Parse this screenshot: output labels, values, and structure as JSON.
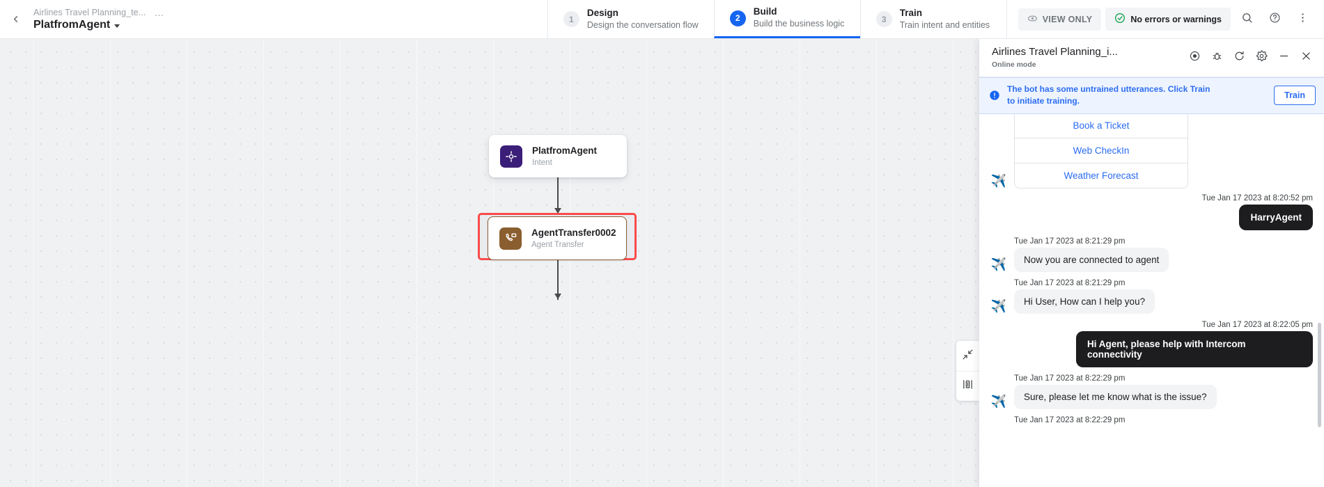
{
  "topbar": {
    "back_icon": "chevron-left-icon",
    "bot_name": "Airlines Travel Planning_te...",
    "more_dots": "…",
    "flow_name": "PlatfromAgent",
    "steps": [
      {
        "num": "1",
        "title": "Design",
        "subtitle": "Design the conversation flow",
        "active": false
      },
      {
        "num": "2",
        "title": "Build",
        "subtitle": "Build the business logic",
        "active": true
      },
      {
        "num": "3",
        "title": "Train",
        "subtitle": "Train intent and entities",
        "active": false
      }
    ],
    "view_only_label": "VIEW ONLY",
    "status_label": "No errors or warnings",
    "search_icon": "search-icon",
    "help_icon": "help-circle-icon",
    "more_icon": "more-vertical-icon"
  },
  "canvas": {
    "nodes": [
      {
        "title": "PlatfromAgent",
        "subtitle": "Intent",
        "icon": "intent-target-icon",
        "color": "#3b1e78"
      },
      {
        "title": "AgentTransfer0002",
        "subtitle": "Agent Transfer",
        "icon": "agent-transfer-phone-icon",
        "color": "#8b5e2f"
      }
    ],
    "selection_color": "#fa4b4b",
    "tools": [
      {
        "icon": "collapse-arrows-icon"
      },
      {
        "icon": "align-layout-icon"
      }
    ]
  },
  "chat": {
    "title": "Airlines Travel Planning_i...",
    "subtitle": "Online mode",
    "header_icons": [
      {
        "icon": "record-dot-icon"
      },
      {
        "icon": "bug-icon"
      },
      {
        "icon": "refresh-icon"
      },
      {
        "icon": "gear-icon"
      },
      {
        "icon": "minimize-icon"
      },
      {
        "icon": "close-icon"
      }
    ],
    "banner": {
      "icon": "info-alert-icon",
      "text": "The bot has some untrained utterances. Click Train to initiate training.",
      "button_label": "Train",
      "accent": "#2b6cf0"
    },
    "options_card": [
      "Book a Ticket",
      "Web CheckIn",
      "Weather Forecast"
    ],
    "messages": [
      {
        "side": "user",
        "timestamp": "Tue Jan 17 2023 at 8:20:52 pm",
        "text": "HarryAgent"
      },
      {
        "side": "bot",
        "timestamp": "Tue Jan 17 2023 at 8:21:29 pm",
        "text": "Now you are connected to agent"
      },
      {
        "side": "bot",
        "timestamp": "Tue Jan 17 2023 at 8:21:29 pm",
        "text": "Hi User, How can I help you?"
      },
      {
        "side": "user",
        "timestamp": "Tue Jan 17 2023 at 8:22:05 pm",
        "text": "Hi Agent, please help with Intercom connectivity"
      },
      {
        "side": "bot",
        "timestamp": "Tue Jan 17 2023 at 8:22:29 pm",
        "text": "Sure, please let me know what is the issue?"
      },
      {
        "side": "bot",
        "timestamp": "Tue Jan 17 2023 at 8:22:29 pm",
        "text": ""
      }
    ],
    "avatar_icon": "airplane-avatar-icon"
  }
}
